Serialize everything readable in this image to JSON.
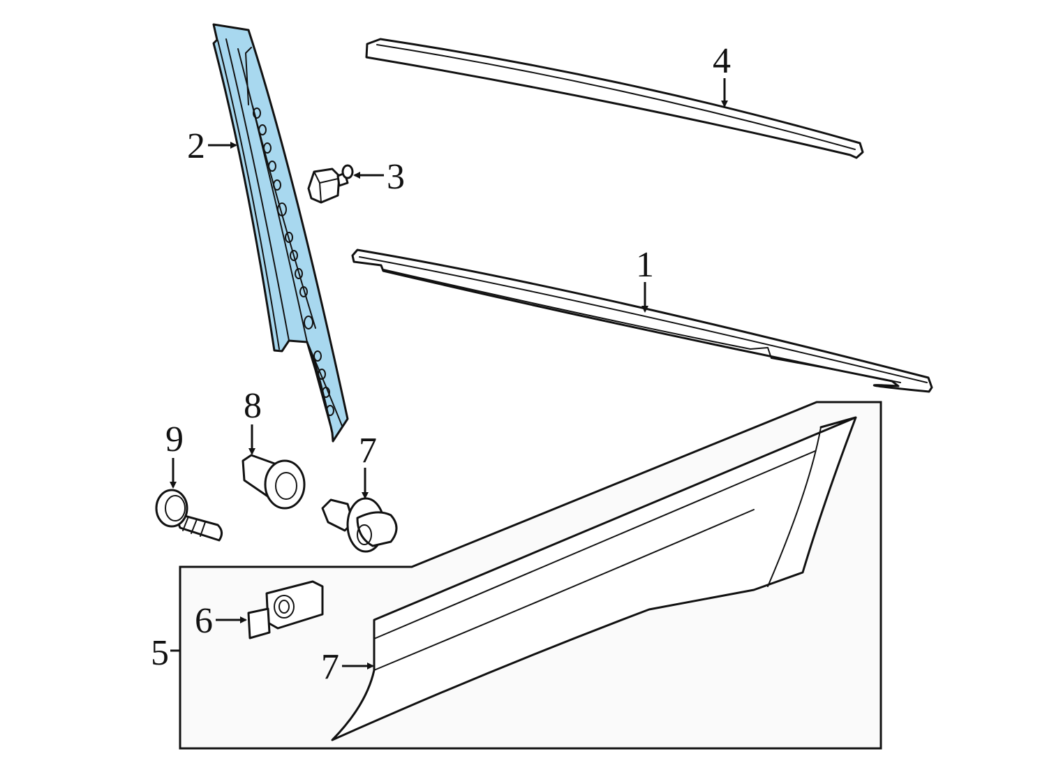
{
  "colors": {
    "highlight_fill": "#a8d8ef",
    "line": "#111111",
    "detail_box_fill": "#fafafa",
    "background": "#ffffff"
  },
  "callouts": {
    "c1": "1",
    "c2": "2",
    "c3": "3",
    "c4": "4",
    "c5": "5",
    "c6": "6",
    "c7a": "7",
    "c7b": "7",
    "c8": "8",
    "c9": "9"
  },
  "highlighted_part": "2"
}
